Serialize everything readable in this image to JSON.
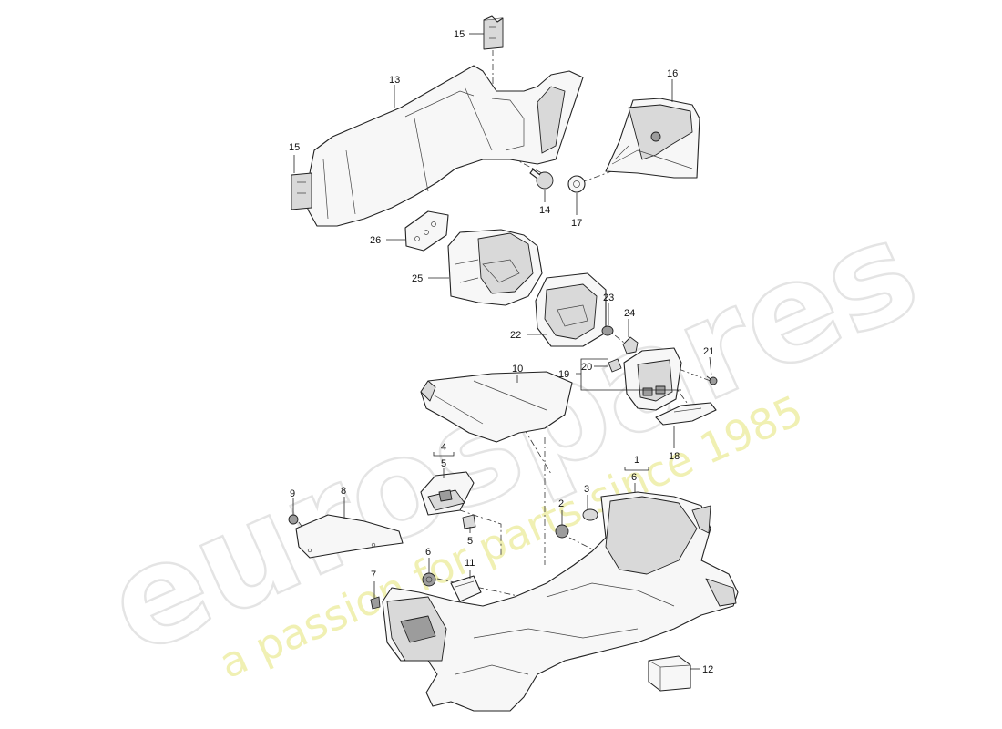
{
  "watermark": {
    "brand": "eurospares",
    "tagline": "a passion for parts since 1985"
  },
  "callouts": [
    {
      "id": "c15a",
      "label": "15"
    },
    {
      "id": "c13",
      "label": "13"
    },
    {
      "id": "c16",
      "label": "16"
    },
    {
      "id": "c15b",
      "label": "15"
    },
    {
      "id": "c14",
      "label": "14"
    },
    {
      "id": "c17",
      "label": "17"
    },
    {
      "id": "c26",
      "label": "26"
    },
    {
      "id": "c25",
      "label": "25"
    },
    {
      "id": "c23",
      "label": "23"
    },
    {
      "id": "c24",
      "label": "24"
    },
    {
      "id": "c22",
      "label": "22"
    },
    {
      "id": "c21",
      "label": "21"
    },
    {
      "id": "c20",
      "label": "20"
    },
    {
      "id": "c19",
      "label": "19"
    },
    {
      "id": "c10",
      "label": "10"
    },
    {
      "id": "c18",
      "label": "18"
    },
    {
      "id": "c4",
      "label": "4"
    },
    {
      "id": "c5a",
      "label": "5"
    },
    {
      "id": "c1",
      "label": "1"
    },
    {
      "id": "c6a",
      "label": "6"
    },
    {
      "id": "c9",
      "label": "9"
    },
    {
      "id": "c8",
      "label": "8"
    },
    {
      "id": "c3",
      "label": "3"
    },
    {
      "id": "c2",
      "label": "2"
    },
    {
      "id": "c5b",
      "label": "5"
    },
    {
      "id": "c6b",
      "label": "6"
    },
    {
      "id": "c11",
      "label": "11"
    },
    {
      "id": "c7",
      "label": "7"
    },
    {
      "id": "c12",
      "label": "12"
    }
  ]
}
